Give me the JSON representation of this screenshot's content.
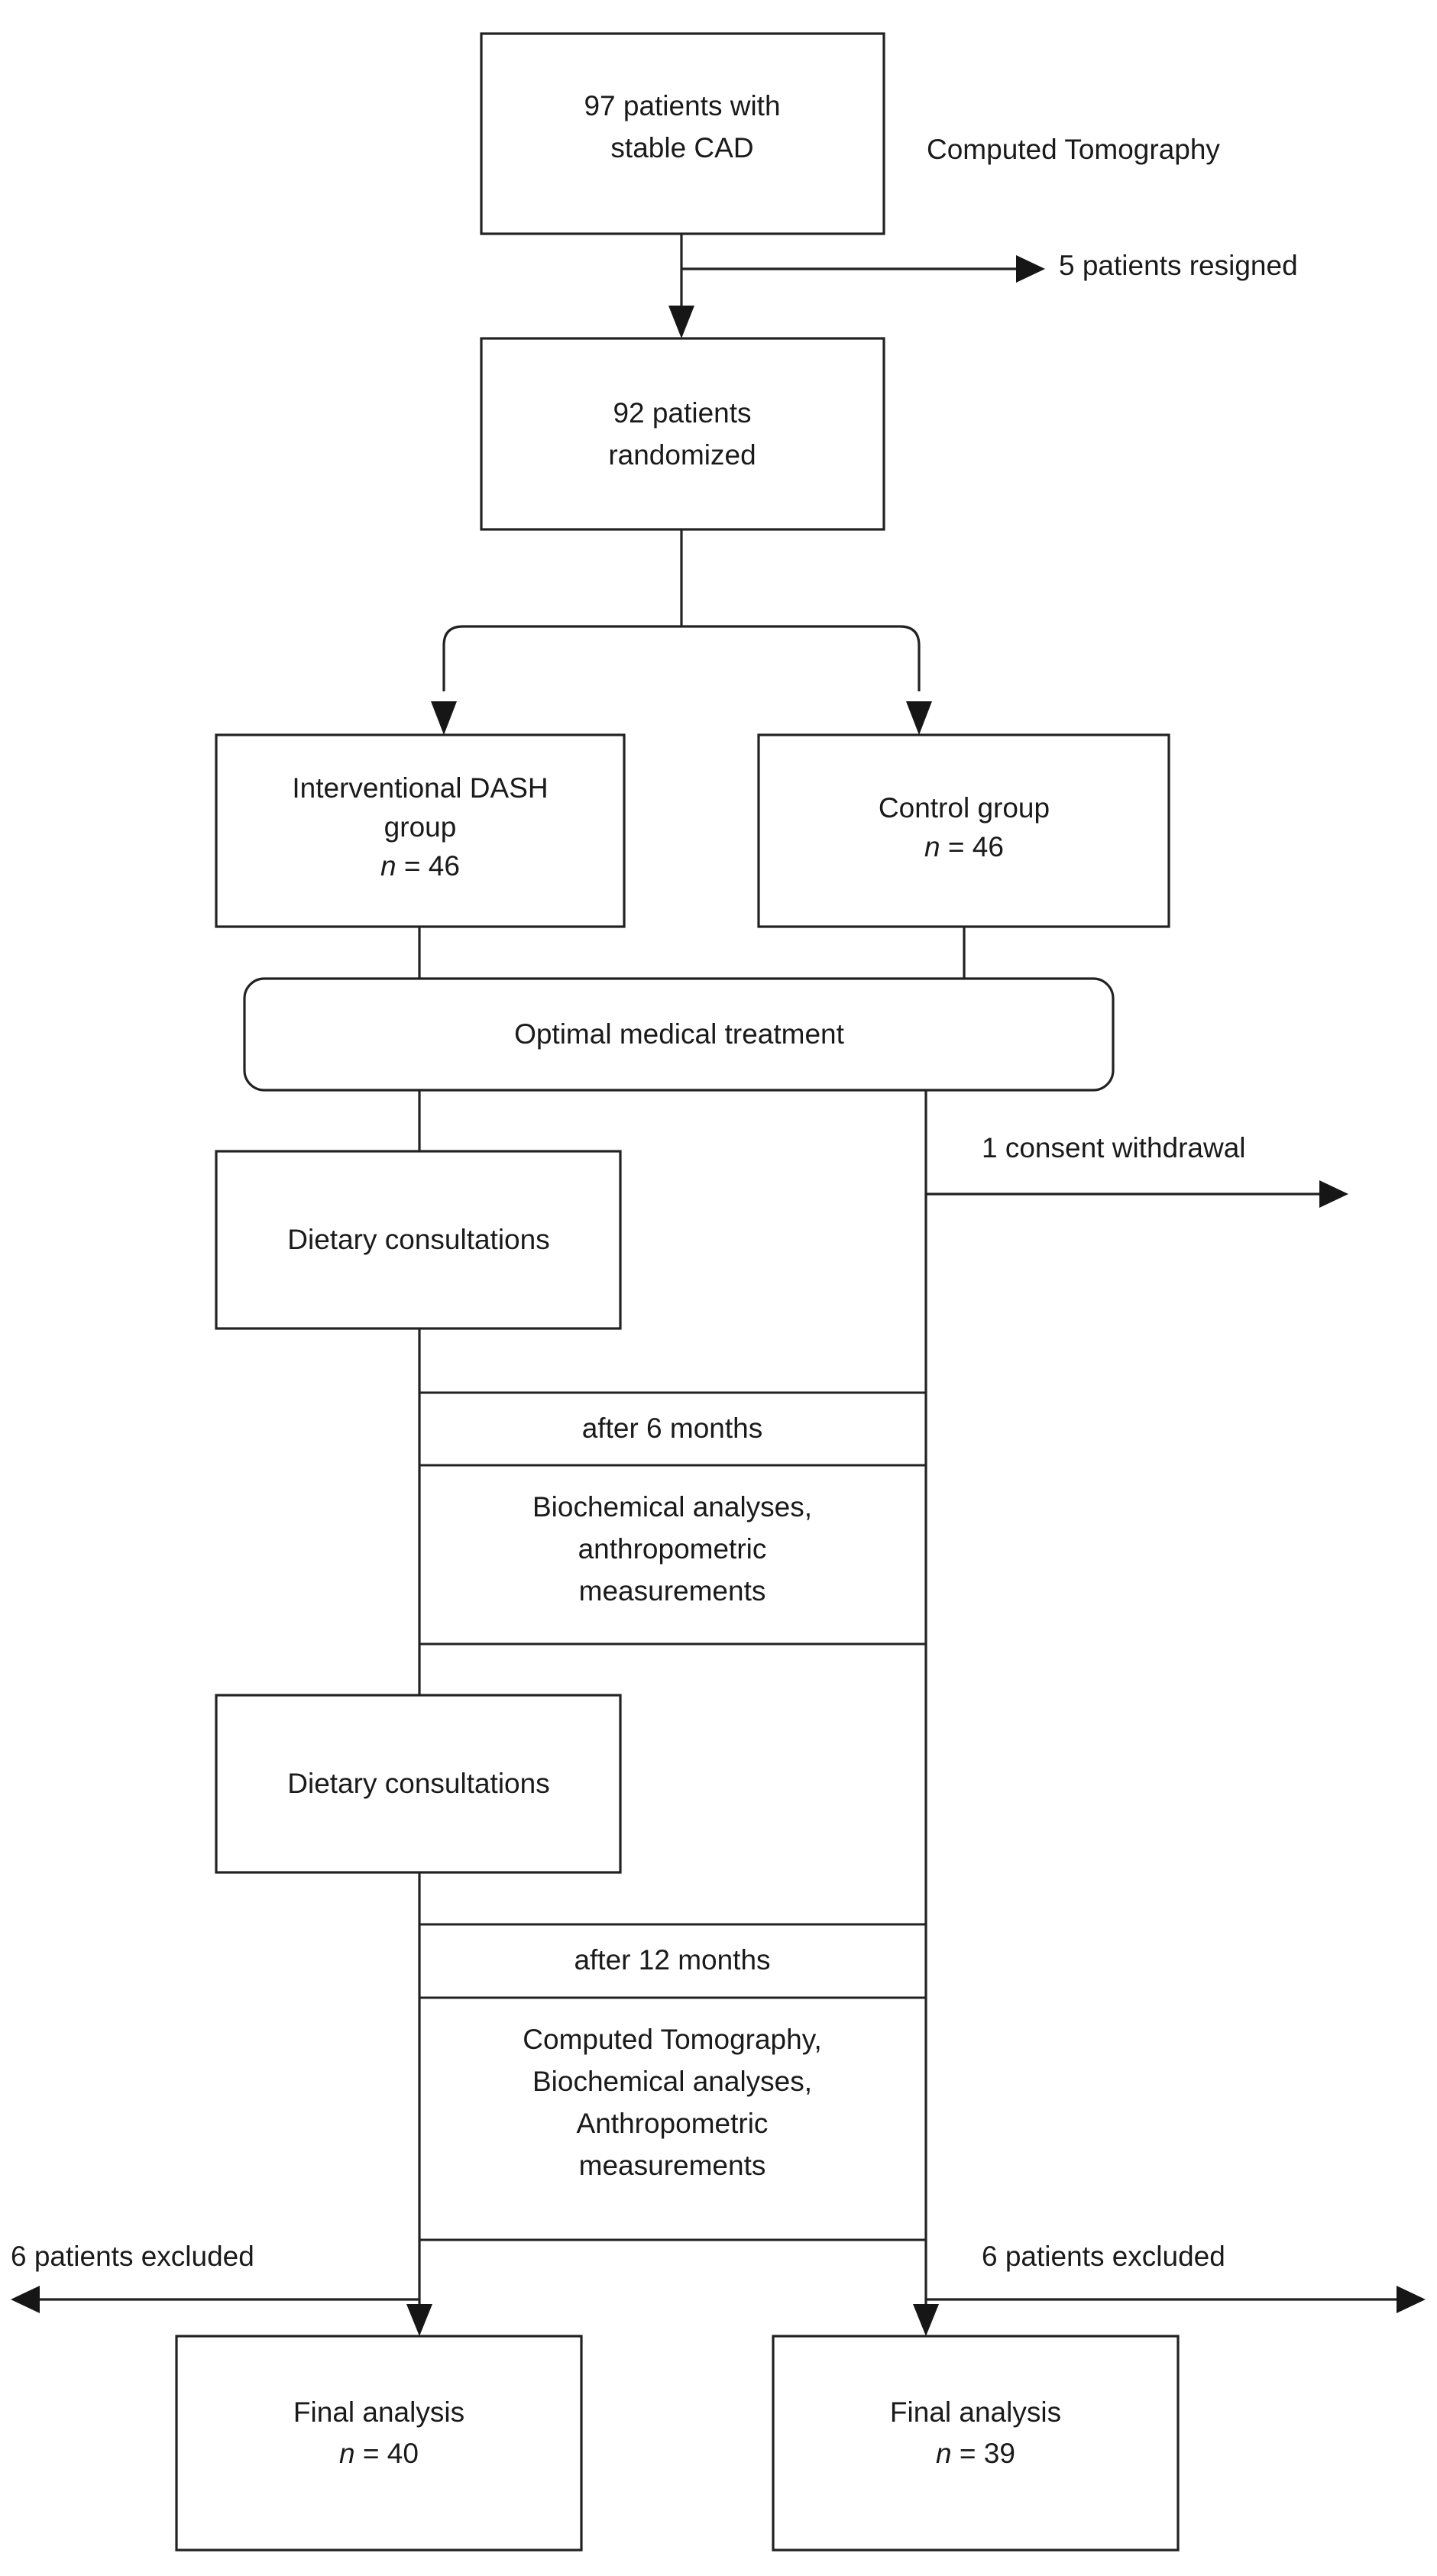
{
  "diagram": {
    "type": "consort-flowchart",
    "title": "",
    "colors": {
      "background": "#ffffff",
      "stroke": "#222222",
      "text": "#1a1a1a",
      "arrow": "#161616"
    },
    "nodes": {
      "enrollment": {
        "line1": "97 patients with",
        "line2": "stable CAD"
      },
      "randomized": {
        "line1": "92 patients",
        "line2": "randomized"
      },
      "dash_group": {
        "line1": "Interventional DASH",
        "line2": "group",
        "n_prefix": "n",
        "n_value": " = 46"
      },
      "control_group": {
        "line1": "Control group",
        "n_prefix": "n",
        "n_value": " = 46"
      },
      "optimal_treatment": {
        "label": "Optimal medical treatment"
      },
      "dietary_consultations_1": {
        "label": "Dietary consultations"
      },
      "dietary_consultations_2": {
        "label": "Dietary consultations"
      },
      "final_analysis_left": {
        "line1": "Final analysis",
        "n_prefix": "n",
        "n_value": " = 40"
      },
      "final_analysis_right": {
        "line1": "Final analysis",
        "n_prefix": "n",
        "n_value": " = 39"
      }
    },
    "labels": {
      "computed_tomography_baseline": "Computed Tomography",
      "resigned": "5 patients resigned",
      "consent_withdrawal": "1 consent withdrawal",
      "after_6_months": "after 6 months",
      "assessment_6m_line1": "Biochemical analyses,",
      "assessment_6m_line2": "anthropometric",
      "assessment_6m_line3": "measurements",
      "after_12_months": "after 12 months",
      "assessment_12m_line1": "Computed Tomography,",
      "assessment_12m_line2": "Biochemical analyses,",
      "assessment_12m_line3": "Anthropometric",
      "assessment_12m_line4": "measurements",
      "excluded_left": "6 patients excluded",
      "excluded_right": "6 patients excluded"
    }
  }
}
